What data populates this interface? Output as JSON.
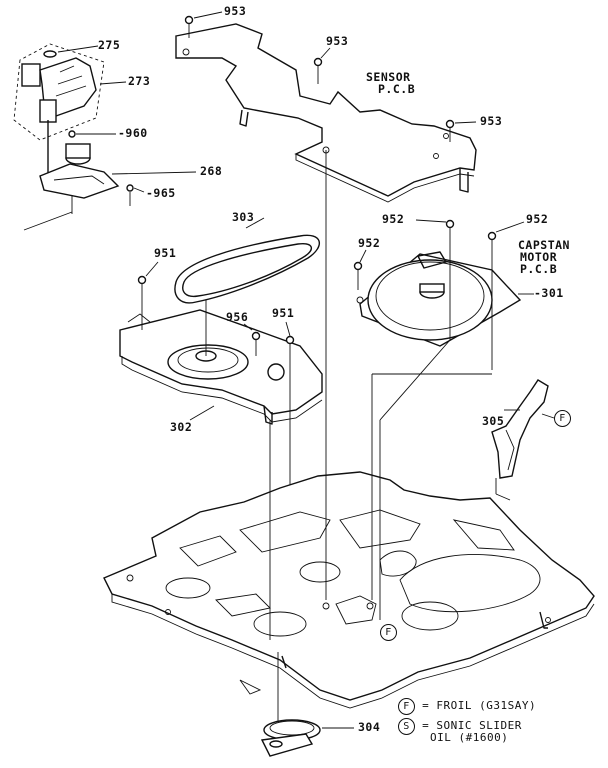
{
  "labels": {
    "p953a": "953",
    "p953b": "953",
    "p953c": "953",
    "p275": "275",
    "p273": "273",
    "p960": "-960",
    "p268": "268",
    "p965": "-965",
    "sensor1": "SENSOR",
    "sensor2": "P.C.B",
    "p303": "303",
    "p952a": "952",
    "p952b": "952",
    "p952c": "952",
    "capstan1": "CAPSTAN",
    "capstan2": "MOTOR",
    "capstan3": "P.C.B",
    "p301": "-301",
    "p951a": "951",
    "p951b": "951",
    "p956": "956",
    "p302": "302",
    "p305": "305",
    "f_mark": "F",
    "f_mark2": "F",
    "p304": "304"
  },
  "legend": {
    "f_symbol": "F",
    "f_text": "= FROIL (G31SAY)",
    "s_symbol": "S",
    "s_text1": "= SONIC SLIDER",
    "s_text2": "OIL (#1600)"
  }
}
